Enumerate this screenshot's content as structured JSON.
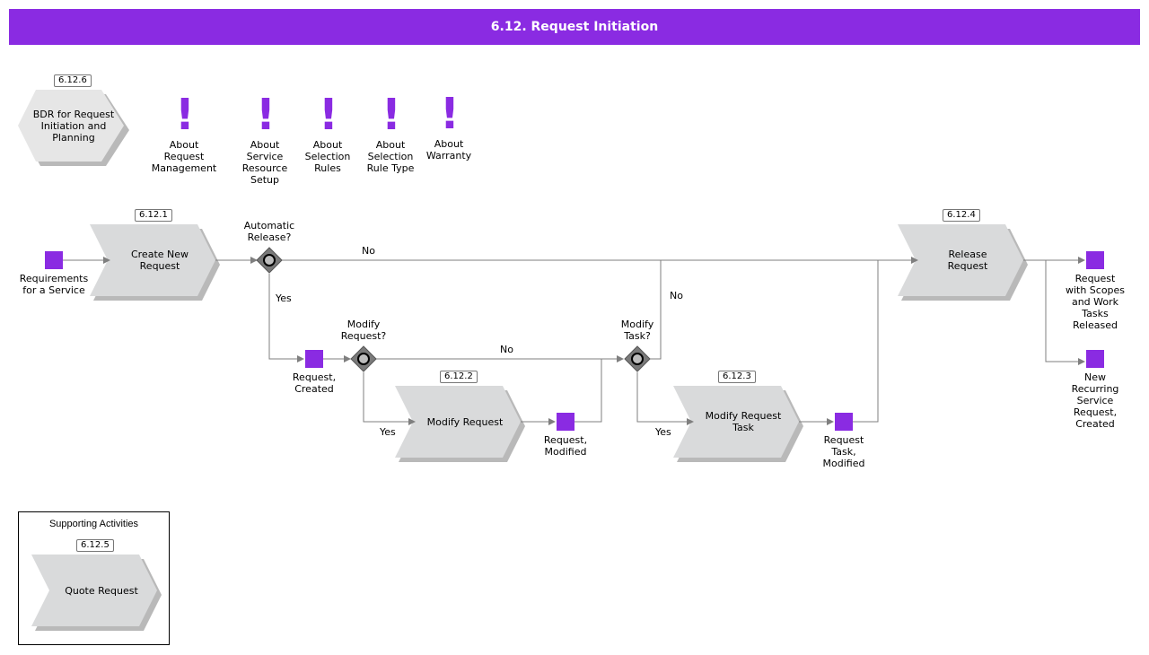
{
  "title": "6.12. Request Initiation",
  "colors": {
    "accent": "#8a2be2",
    "shape_fill": "#d9dadb",
    "shadow": "#b9b9b9",
    "line": "#7f7f7f",
    "gateway": "#7a7a7a"
  },
  "bdr": {
    "ref": "6.12.6",
    "label": "BDR for Request\nInitiation and\nPlanning"
  },
  "about_items": [
    {
      "icon": "exclamation-icon",
      "label": "About\nRequest\nManagement"
    },
    {
      "icon": "exclamation-icon",
      "label": "About\nService\nResource\nSetup"
    },
    {
      "icon": "exclamation-icon",
      "label": "About\nSelection\nRules"
    },
    {
      "icon": "exclamation-icon",
      "label": "About\nSelection\nRule Type"
    },
    {
      "icon": "exclamation-icon",
      "label": "About\nWarranty"
    }
  ],
  "activities": {
    "create_new_request": {
      "ref": "6.12.1",
      "label": "Create New\nRequest"
    },
    "modify_request": {
      "ref": "6.12.2",
      "label": "Modify Request"
    },
    "modify_request_task": {
      "ref": "6.12.3",
      "label": "Modify Request\nTask"
    },
    "release_request": {
      "ref": "6.12.4",
      "label": "Release\nRequest"
    }
  },
  "gateways": {
    "automatic_release": "Automatic\nRelease?",
    "modify_request": "Modify\nRequest?",
    "modify_task": "Modify\nTask?"
  },
  "data_objects": {
    "requirements": "Requirements\nfor a Service",
    "request_created": "Request,\nCreated",
    "request_modified": "Request,\nModified",
    "request_task_modified": "Request\nTask,\nModified",
    "request_released": "Request\nwith Scopes\nand Work\nTasks\nReleased",
    "recurring_created": "New\nRecurring\nService\nRequest,\nCreated"
  },
  "flow_labels": {
    "auto_no": "No",
    "auto_yes": "Yes",
    "modreq_no": "No",
    "modreq_yes": "Yes",
    "modtask_no": "No",
    "modtask_yes": "Yes"
  },
  "supporting": {
    "title": "Supporting Activities",
    "ref": "6.12.5",
    "label": "Quote Request"
  }
}
